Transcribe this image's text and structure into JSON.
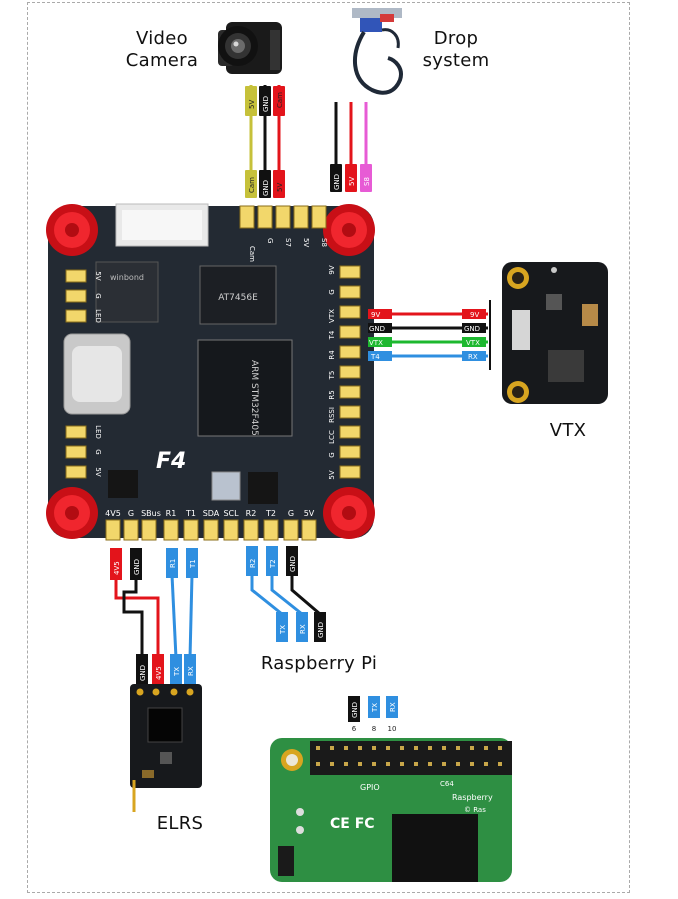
{
  "labels": {
    "video_camera": "Video\nCamera",
    "drop_system": "Drop\nsystem",
    "vtx": "VTX",
    "raspberry_pi": "Raspberry Pi",
    "elrs": "ELRS"
  },
  "fc": {
    "board_label": "F4",
    "chip_main": "ARM STM32F405",
    "chip_osd": "AT7456E",
    "flash": "winbond",
    "top_pads": [
      "Cam",
      "G",
      "S7",
      "5V",
      "S8"
    ],
    "bottom_pads": [
      "4V5",
      "G",
      "SBus",
      "R1",
      "T1",
      "SDA",
      "SCL",
      "R2",
      "T2",
      "G",
      "5V"
    ],
    "left_pads": [
      "5V",
      "G",
      "LED"
    ],
    "left_pads_bottom": [
      "LED",
      "G",
      "5V"
    ],
    "right_pads": [
      "9V",
      "G",
      "VTX",
      "T4",
      "R4",
      "T5",
      "R5",
      "RSSI",
      "LCC",
      "G",
      "5V"
    ]
  },
  "camera_wires": [
    "5V",
    "GND",
    "Cam"
  ],
  "drop_wires": [
    "GND",
    "5V",
    "S8"
  ],
  "vtx_wires": {
    "left": [
      "9V",
      "GND",
      "VTX",
      "T4"
    ],
    "right": [
      "9V",
      "GND",
      "VTX",
      "RX"
    ]
  },
  "elrs_wires": {
    "top": [
      "4V5",
      "GND",
      "R1",
      "T1"
    ],
    "bottom": [
      "GND",
      "4V5",
      "TX",
      "RX"
    ]
  },
  "rpi_wires": {
    "top": [
      "R2",
      "T2",
      "GND"
    ],
    "bottom": [
      "TX",
      "RX",
      "GND"
    ]
  },
  "rpi_header": {
    "tags": [
      "GND",
      "TX",
      "RX"
    ],
    "pins": [
      "6",
      "8",
      "10"
    ]
  },
  "rpi_board": {
    "gpio": "GPIO",
    "brand": "Raspberry",
    "brand2": "© Ras",
    "c64": "C64"
  },
  "colors": {
    "pcb": "#232a33",
    "pad_red": "#e8141c",
    "wire_yellow": "#c6c13a",
    "wire_red": "#e3141b",
    "wire_black": "#111111",
    "wire_pink": "#e75bd5",
    "wire_green": "#1db82f",
    "wire_blue": "#2f8fe0",
    "rpi_green": "#2e8f43"
  }
}
